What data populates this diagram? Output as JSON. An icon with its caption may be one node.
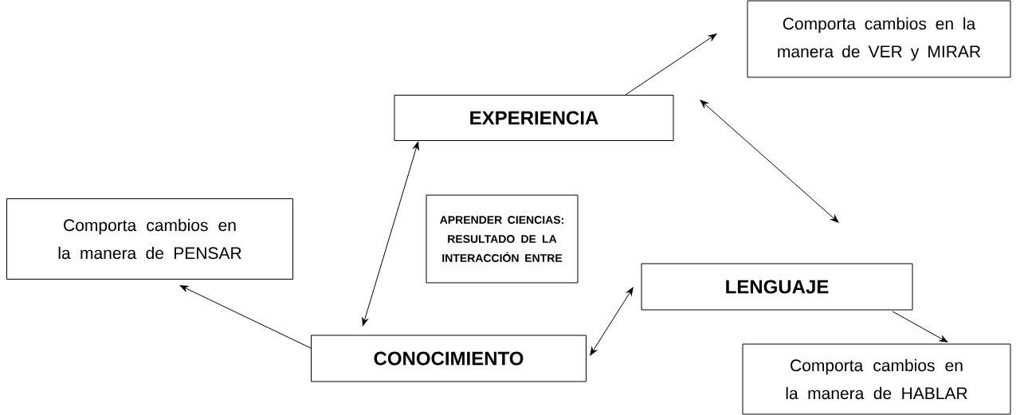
{
  "diagram": {
    "nodes": [
      {
        "text": [
          "Comporta cambios en la manera de VER y MIRAR"
        ]
      },
      {
        "text": [
          "EXPERIENCIA"
        ]
      },
      {
        "text": [
          "Comporta cambios en la manera de PENSAR"
        ]
      },
      {
        "text": [
          "APRENDER CIENCIAS: RESULTADO DE LA INTERACCIÓN ENTRE"
        ]
      },
      {
        "text": [
          "LENGUAJE"
        ]
      },
      {
        "text": [
          "CONOCIMIENTO"
        ]
      },
      {
        "text": [
          "Comporta cambios en la manera de HABLAR"
        ]
      }
    ],
    "edges": [
      {
        "from": 1,
        "to": 0,
        "arrow": "to"
      },
      {
        "from": 1,
        "to": 4,
        "arrow": "both"
      },
      {
        "from": 1,
        "to": 5,
        "arrow": "both"
      },
      {
        "from": 5,
        "to": 2,
        "arrow": "to"
      },
      {
        "from": 5,
        "to": 4,
        "arrow": "both"
      },
      {
        "from": 4,
        "to": 6,
        "arrow": "to"
      }
    ]
  }
}
